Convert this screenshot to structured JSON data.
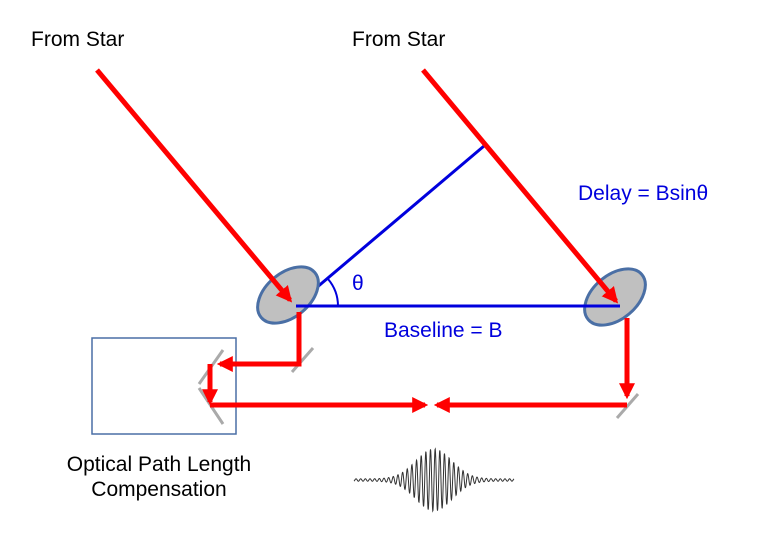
{
  "labels": {
    "from_star_left": "From Star",
    "from_star_right": "From Star",
    "delay": "Delay = Bsinθ",
    "theta": "θ",
    "baseline": "Baseline = B",
    "opl_line1": "Optical Path Length",
    "opl_line2": "Compensation"
  },
  "colors": {
    "light_path": "#ff0000",
    "geometry": "#0000dd",
    "mirror_fill": "#c0c0c0",
    "mirror_stroke": "#4a6fa5",
    "compensator_box": "#4a6fa5",
    "fold_mirror": "#aaaaaa",
    "fringe": "#333333"
  }
}
